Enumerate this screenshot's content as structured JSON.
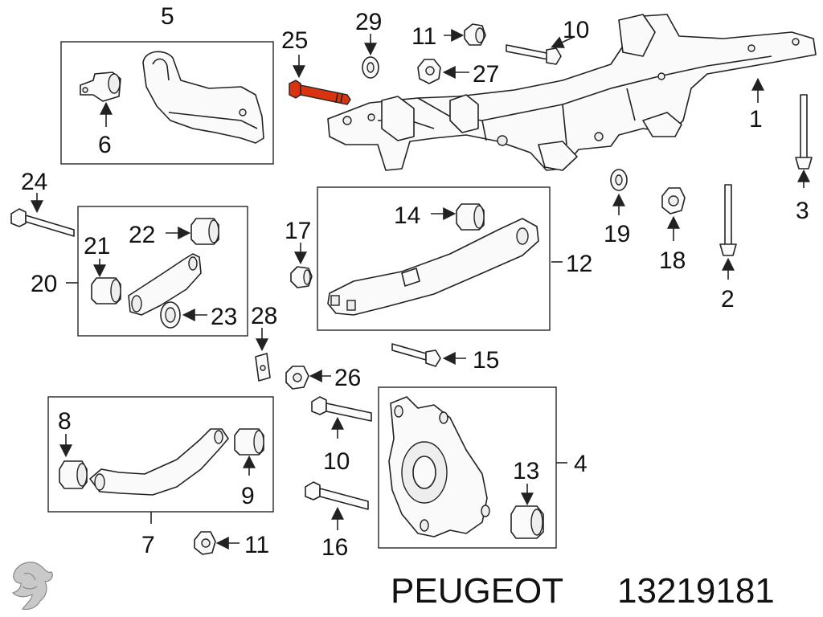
{
  "diagram": {
    "callouts": {
      "c1": "1",
      "c2": "2",
      "c3": "3",
      "c4": "4",
      "c5": "5",
      "c6": "6",
      "c7": "7",
      "c8": "8",
      "c9": "9",
      "c10a": "10",
      "c10b": "10",
      "c11a": "11",
      "c11b": "11",
      "c12": "12",
      "c13": "13",
      "c14": "14",
      "c15": "15",
      "c16": "16",
      "c17": "17",
      "c18": "18",
      "c19": "19",
      "c20": "20",
      "c21": "21",
      "c22": "22",
      "c23": "23",
      "c24": "24",
      "c25": "25",
      "c26": "26",
      "c27": "27",
      "c28": "28",
      "c29": "29"
    },
    "highlighted_part": "25",
    "highlight_color": "#d9340f"
  },
  "footer": {
    "brand": "PEUGEOT",
    "part_number": "13219181",
    "logo": "lion-logo"
  }
}
